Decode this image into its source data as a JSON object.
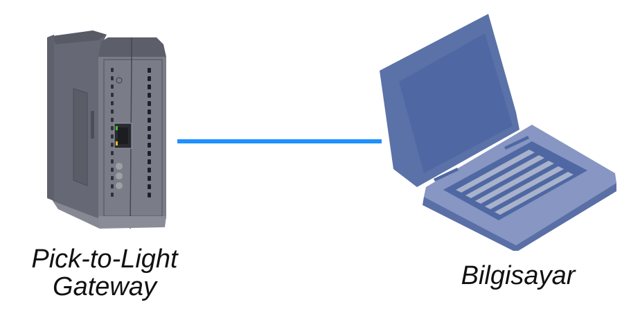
{
  "diagram": {
    "nodes": [
      {
        "id": "gateway",
        "label_line1": "Pick-to-Light",
        "label_line2": "Gateway",
        "icon": "din-rail-gateway-device-icon"
      },
      {
        "id": "computer",
        "label": "Bilgisayar",
        "icon": "laptop-icon"
      }
    ],
    "edges": [
      {
        "from": "gateway",
        "to": "computer",
        "type": "ethernet-connection"
      }
    ],
    "colors": {
      "connection_line": "#1e90ff",
      "laptop_body": "#5a72a8",
      "laptop_screen": "#4f68a3",
      "device_body": "#6b6e78",
      "device_front": "#7a7d88",
      "led_green": "#3fbf3f",
      "led_yellow": "#e0c020"
    }
  }
}
